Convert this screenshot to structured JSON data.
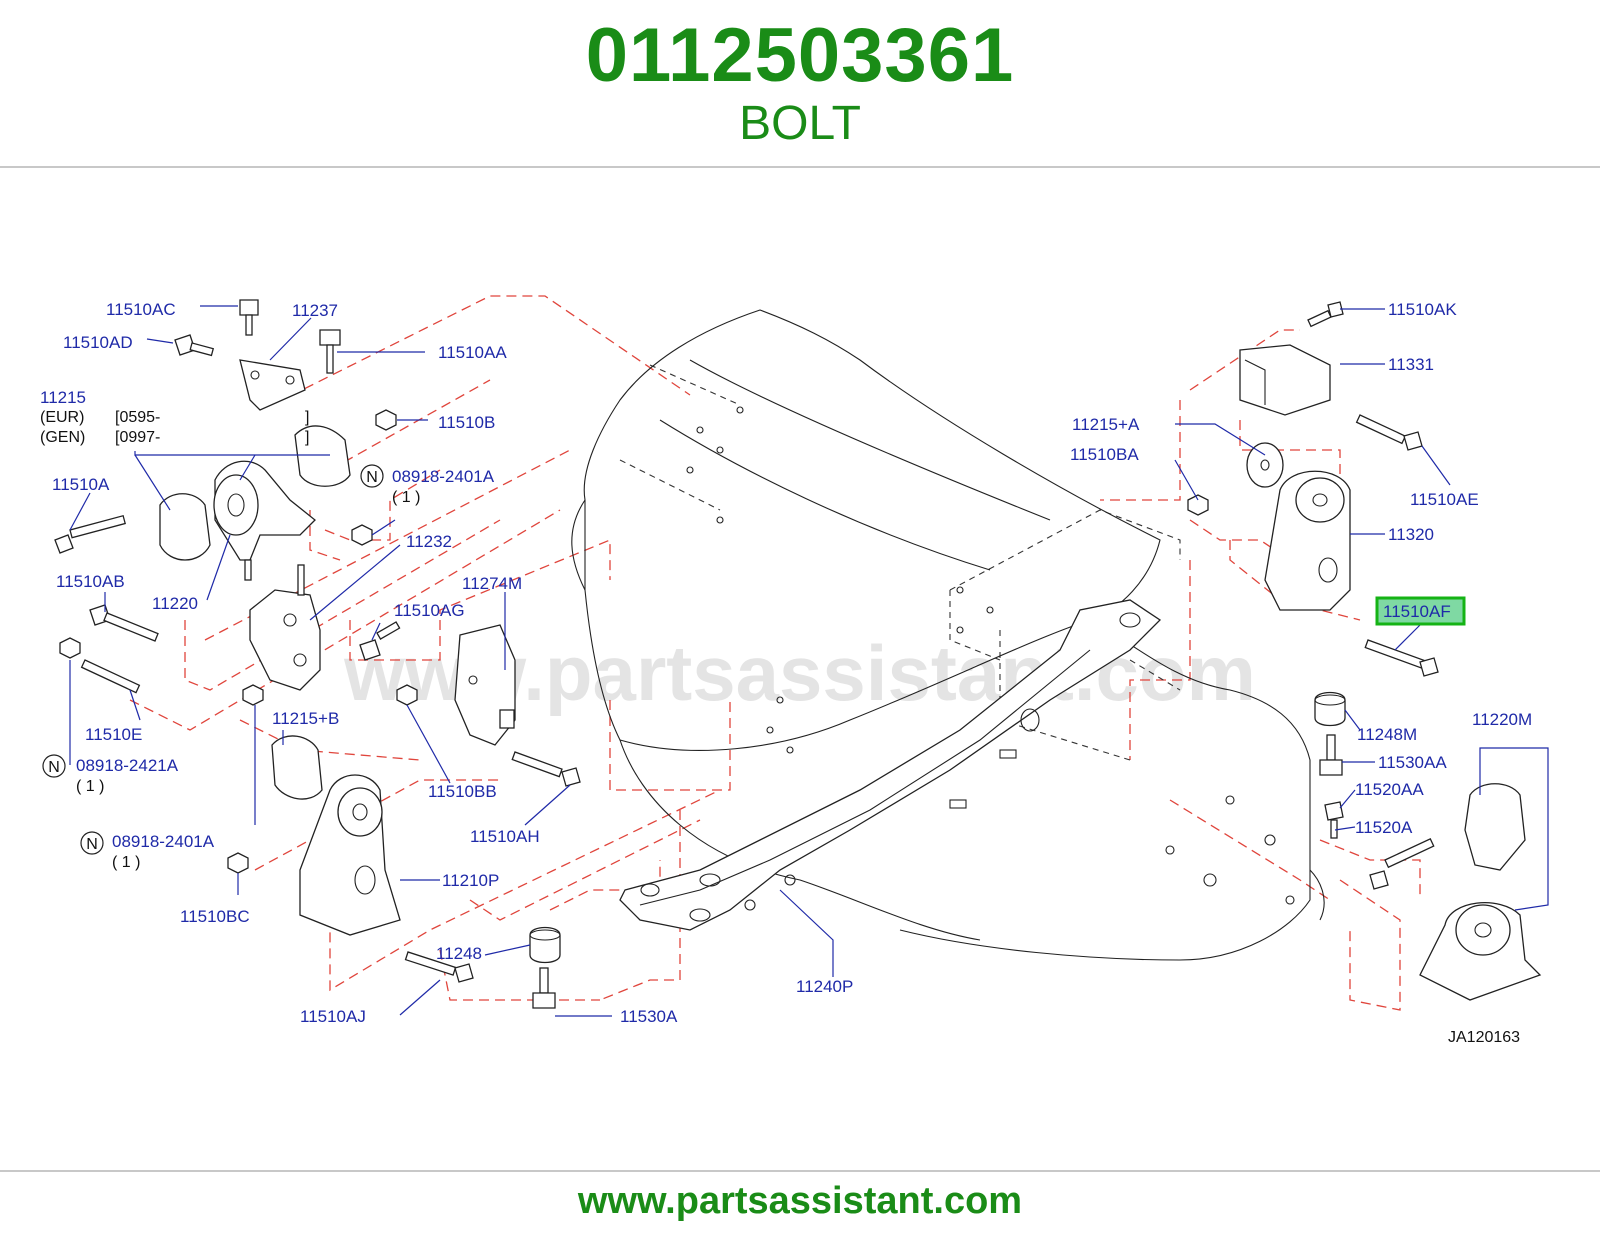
{
  "header": {
    "part_number": "0112503361",
    "part_name": "BOLT"
  },
  "footer": {
    "url": "www.partsassistant.com"
  },
  "diagram": {
    "watermark": "www.partsassistant.com",
    "diagram_code": "JA120163",
    "highlighted_label": "11510AF",
    "labels": {
      "l_11510AC": "11510AC",
      "l_11237": "11237",
      "l_11510AD": "11510AD",
      "l_11510AA": "11510AA",
      "l_11215": "11215",
      "l_eur": "(EUR)",
      "l_eur_date": "[0595-",
      "l_gen": "(GEN)",
      "l_gen_date": "[0997-",
      "l_bracket1": "]",
      "l_bracket2": "]",
      "l_11510B": "11510B",
      "l_08918_2401A_1": "08918-2401A",
      "l_qty_1a": "( 1 )",
      "l_11510A": "11510A",
      "l_11232": "11232",
      "l_11510AB": "11510AB",
      "l_11220": "11220",
      "l_11274M": "11274M",
      "l_11510AG": "11510AG",
      "l_11510E": "11510E",
      "l_08918_2421A": "08918-2421A",
      "l_qty_1b": "( 1 )",
      "l_11215B": "11215+B",
      "l_11510BB": "11510BB",
      "l_11510AH": "11510AH",
      "l_08918_2401A_2": "08918-2401A",
      "l_qty_1c": "( 1 )",
      "l_11210P": "11210P",
      "l_11510BC": "11510BC",
      "l_11248": "11248",
      "l_11510AJ": "11510AJ",
      "l_11530A": "11530A",
      "l_11240P": "11240P",
      "l_11510AK": "11510AK",
      "l_11331": "11331",
      "l_11215A": "11215+A",
      "l_11510BA": "11510BA",
      "l_11510AE": "11510AE",
      "l_11320": "11320",
      "l_11248M": "11248M",
      "l_11530AA": "11530AA",
      "l_11520AA": "11520AA",
      "l_11520A": "11520A",
      "l_11220M": "11220M",
      "n_mark": "N"
    }
  }
}
